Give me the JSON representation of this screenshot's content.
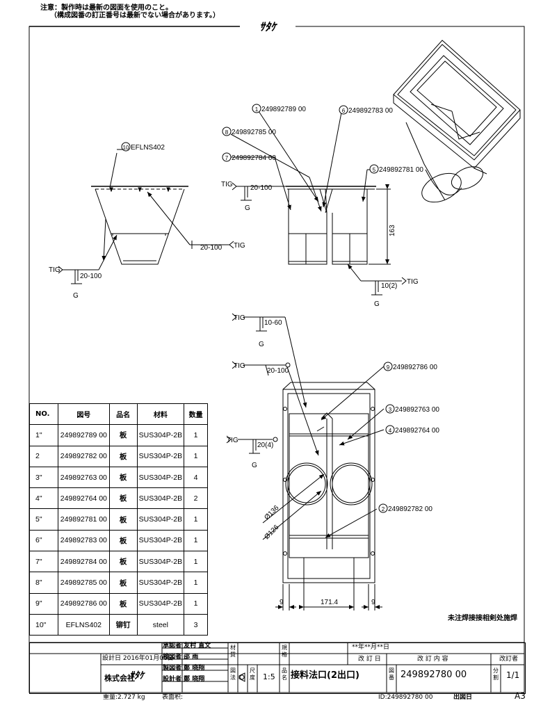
{
  "notes": {
    "line1": "注意：製作時は最新の図面を使用のこと。",
    "line2": "（構成図番の訂正番号は最新でない場合があります。）"
  },
  "company_logo": "ｻﾀｹ",
  "callouts": {
    "c1": {
      "num": "1",
      "text": "249892789  00"
    },
    "c2": {
      "num": "2",
      "text": "249892782  00"
    },
    "c3": {
      "num": "3",
      "text": "249892763  00"
    },
    "c4": {
      "num": "4",
      "text": "249892764  00"
    },
    "c5": {
      "num": "5",
      "text": "249892781  00"
    },
    "c6": {
      "num": "6",
      "text": "249892783  00"
    },
    "c7": {
      "num": "7",
      "text": "249892784  00"
    },
    "c8": {
      "num": "8",
      "text": "249892785  00"
    },
    "c9": {
      "num": "9",
      "text": "249892786  00"
    },
    "c10": {
      "num": "10",
      "text": "EFLNS402"
    }
  },
  "weld": {
    "tig": "TIG",
    "g": "G",
    "w1": "20-100",
    "w2": "20-100",
    "w3": "20-100",
    "w4": "10(2)",
    "w5": "10-60",
    "w6": "20-100",
    "w7": "20(4)"
  },
  "dims": {
    "height": "163",
    "d136": "Ø136",
    "d126": "Ø126",
    "width": "171.4",
    "gap_left": "9",
    "gap_right": "9"
  },
  "weld_note": "未注焊接接相剣处施焊",
  "parts_table": {
    "headers": [
      "NO.",
      "図号",
      "品名",
      "材料",
      "数量"
    ],
    "rows": [
      [
        "1\"",
        "249892789  00",
        "板",
        "SUS304P-2B",
        "1"
      ],
      [
        "2",
        "249892782  00",
        "板",
        "SUS304P-2B",
        "1"
      ],
      [
        "3\"",
        "249892763  00",
        "板",
        "SUS304P-2B",
        "4"
      ],
      [
        "4\"",
        "249892764  00",
        "板",
        "SUS304P-2B",
        "2"
      ],
      [
        "5\"",
        "249892781  00",
        "板",
        "SUS304P-2B",
        "1"
      ],
      [
        "6\"",
        "249892783  00",
        "板",
        "SUS304P-2B",
        "1"
      ],
      [
        "7\"",
        "249892784  00",
        "板",
        "SUS304P-2B",
        "1"
      ],
      [
        "8\"",
        "249892785  00",
        "板",
        "SUS304P-2B",
        "1"
      ],
      [
        "9\"",
        "249892786  00",
        "板",
        "SUS304P-2B",
        "1"
      ],
      [
        "10\"",
        "EFLNS402",
        "铆钉",
        "steel",
        "3"
      ]
    ]
  },
  "title_block": {
    "approved": "承認者 友村 直文",
    "checked": "検図者 邵 雨",
    "designed": "製図者 鄭 晓翔",
    "drawn": "設計者 鄭 晓翔",
    "design_date": "設計日 2016年01月06日",
    "company": "株式会社",
    "material_label": "材質",
    "spec_label": "規格",
    "method_label": "図法",
    "scale_label": "尺度",
    "scale": "1:5",
    "name_label": "品名",
    "name": "接料法口(2出口)",
    "date_placeholder": "**年**月**日",
    "rev_date": "改 訂 日",
    "rev_content": "改 訂 内 容",
    "rev_by": "改訂者",
    "drawing_no_label": "図番",
    "drawing_no": "249892780  00",
    "split_label": "分割",
    "split": "1/1",
    "weight": "重量:2.727 kg",
    "surface": "表面积:",
    "id": "ID:249892780  00",
    "issue_date": "出図日",
    "size": "A3"
  }
}
